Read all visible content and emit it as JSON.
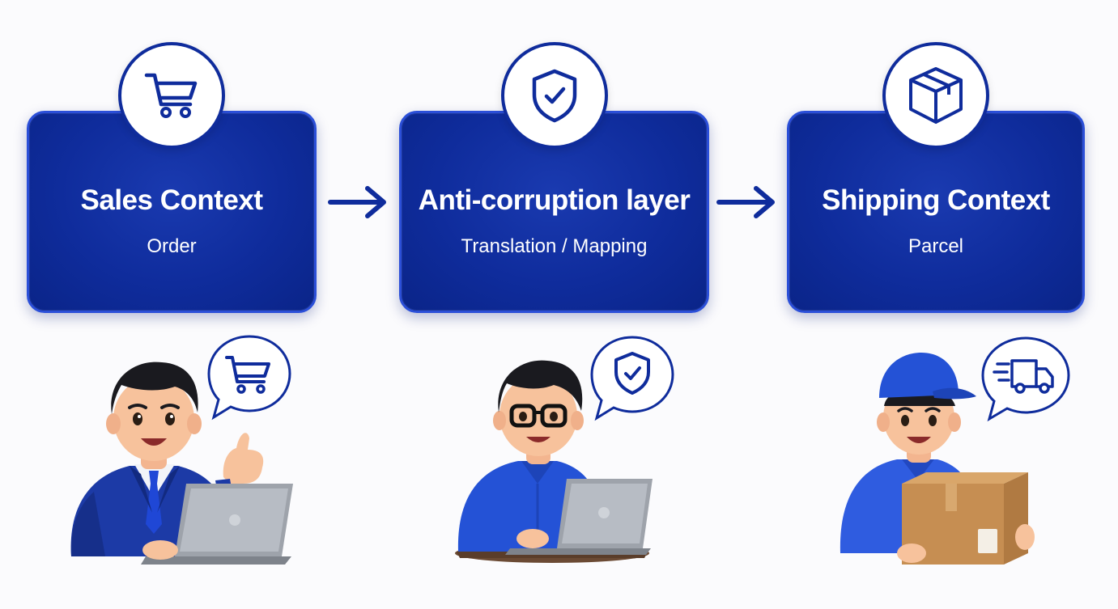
{
  "contexts": [
    {
      "title": "Sales Context",
      "subtitle": "Order",
      "icon": "shopping-cart-icon"
    },
    {
      "title": "Anti-corruption layer",
      "subtitle": "Translation / Mapping",
      "icon": "shield-check-icon"
    },
    {
      "title": "Shipping Context",
      "subtitle": "Parcel",
      "icon": "package-box-icon"
    }
  ],
  "people": [
    {
      "role": "salesperson",
      "bubble_icon": "shopping-cart-icon"
    },
    {
      "role": "developer",
      "bubble_icon": "shield-check-icon"
    },
    {
      "role": "delivery-worker",
      "bubble_icon": "delivery-truck-icon"
    }
  ],
  "colors": {
    "box_fill": "#0f2c9c",
    "box_border": "#2b4fd8",
    "accent": "#0f2c9c",
    "background": "#fbfbfd",
    "text": "#ffffff"
  }
}
